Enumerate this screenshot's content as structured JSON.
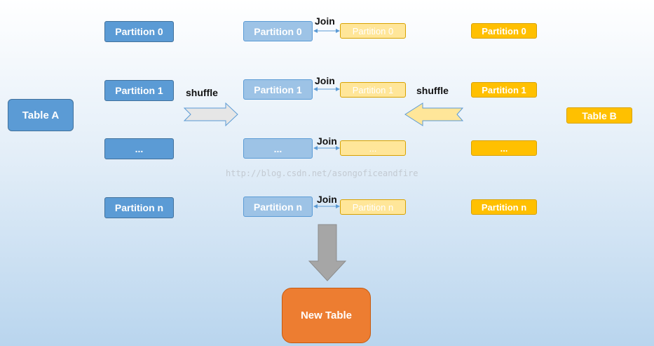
{
  "table_a": {
    "label": "Table A"
  },
  "table_b": {
    "label": "Table B"
  },
  "new_table": {
    "label": "New Table"
  },
  "left_partitions": [
    "Partition 0",
    "Partition 1",
    "...",
    "Partition n"
  ],
  "middle_left_partitions": [
    "Partition 0",
    "Partition 1",
    "...",
    "Partition n"
  ],
  "middle_right_partitions": [
    "Partition 0",
    "Partition 1",
    "...",
    "Partition  n"
  ],
  "right_partitions": [
    "Partition 0",
    "Partition 1",
    "...",
    "Partition  n"
  ],
  "join_labels": [
    "Join",
    "Join",
    "Join",
    "Join"
  ],
  "shuffle_left": "shuffle",
  "shuffle_right": "shuffle",
  "watermark": "http://blog.csdn.net/asongoficeandfire",
  "colors": {
    "table_a": "#5b9bd5",
    "partition_blue": "#5b9bd5",
    "partition_light_blue": "#9dc3e6",
    "partition_gold": "#ffc000",
    "partition_pale_yellow": "#ffe699",
    "new_table": "#ed7d31",
    "arrow_gray": "#a6a6a6"
  }
}
